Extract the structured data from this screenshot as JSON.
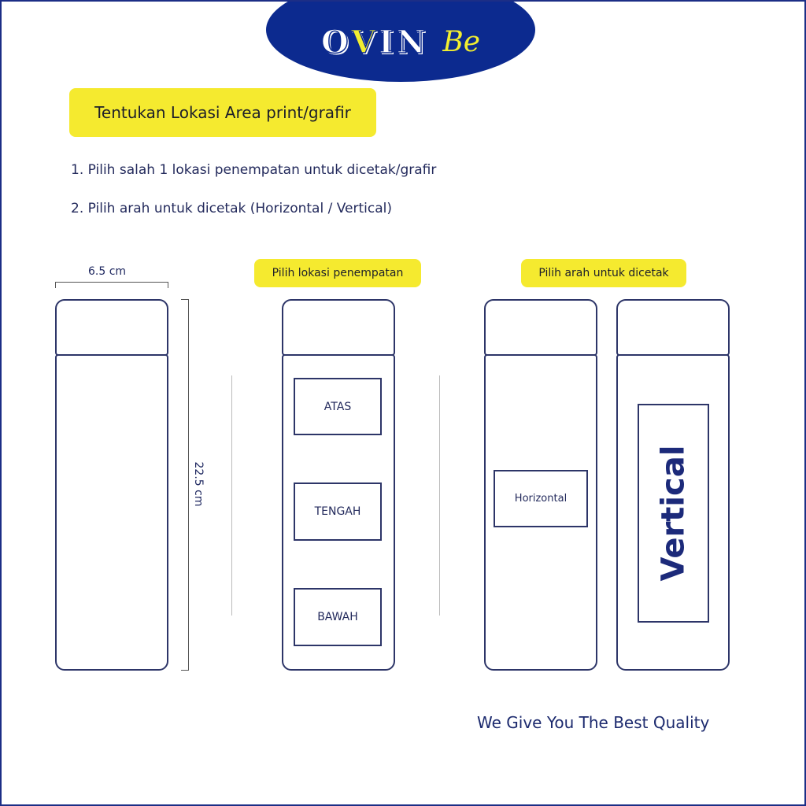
{
  "logo": {
    "text_main": "OVIN",
    "text_script": "Be"
  },
  "title": "Tentukan Lokasi Area print/grafir",
  "steps": [
    "1. Pilih salah 1 lokasi penempatan untuk dicetak/grafir",
    "2. Pilih arah untuk dicetak (Horizontal / Vertical)"
  ],
  "dimensions": {
    "width": "6.5 cm",
    "height": "22.5 cm"
  },
  "placement": {
    "tag": "Pilih lokasi penempatan",
    "options": [
      "ATAS",
      "TENGAH",
      "BAWAH"
    ]
  },
  "orientation": {
    "tag": "Pilih arah untuk dicetak",
    "horizontal": "Horizontal",
    "vertical": "Vertical"
  },
  "footer": "We Give You The Best Quality",
  "colors": {
    "navy": "#0c2a8f",
    "yellow": "#f5ea2f",
    "stroke": "#2d3568"
  }
}
